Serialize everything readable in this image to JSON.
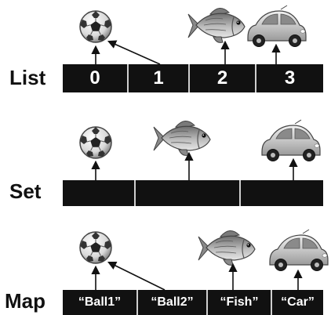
{
  "rows": {
    "list": {
      "label": "List",
      "cells": [
        "0",
        "1",
        "2",
        "3"
      ],
      "items": [
        "soccer-ball",
        "fish",
        "car"
      ]
    },
    "set": {
      "label": "Set",
      "cells": [
        "",
        "",
        ""
      ],
      "items": [
        "soccer-ball",
        "fish",
        "car"
      ]
    },
    "map": {
      "label": "Map",
      "cells": [
        "“Ball1”",
        "“Ball2”",
        "“Fish”",
        "“Car”"
      ],
      "items": [
        "soccer-ball",
        "fish",
        "car"
      ]
    }
  },
  "colors": {
    "bar": "#111111",
    "cell_text": "#ffffff",
    "separator": "#cfcfcf"
  }
}
